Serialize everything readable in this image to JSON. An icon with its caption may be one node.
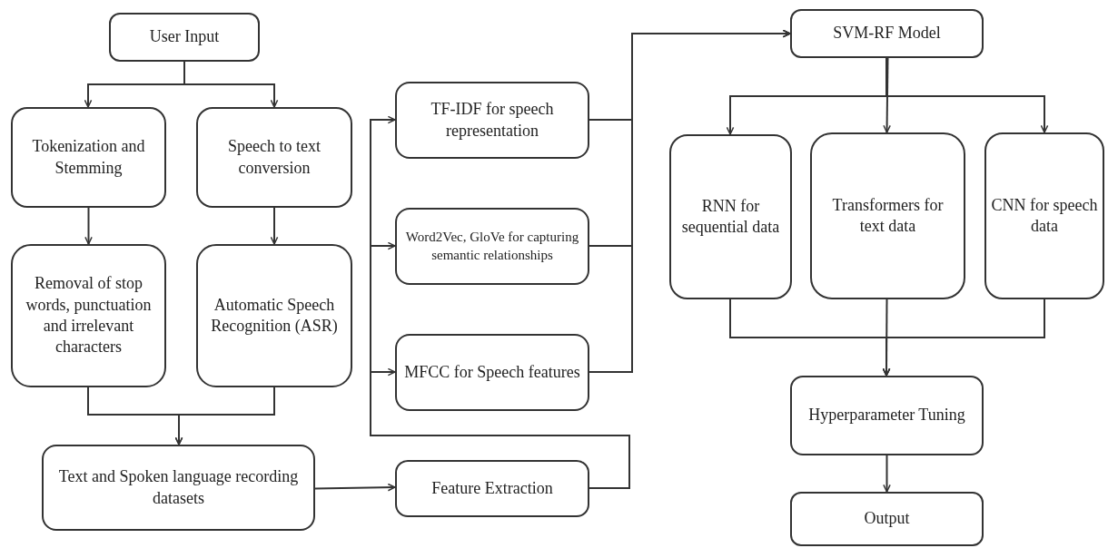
{
  "diagram": {
    "nodes": [
      {
        "text": [
          "User Input"
        ]
      },
      {
        "text": [
          "Tokenization and Stemming"
        ]
      },
      {
        "text": [
          "Speech to text conversion"
        ]
      },
      {
        "text": [
          "Removal of stop words, punctuation and irrelevant characters"
        ]
      },
      {
        "text": [
          "Automatic Speech Recognition (ASR)"
        ]
      },
      {
        "text": [
          "Text and Spoken language recording datasets"
        ]
      },
      {
        "text": [
          "TF-IDF for speech representation"
        ]
      },
      {
        "text": [
          "Word2Vec, GloVe for capturing semantic relationships"
        ]
      },
      {
        "text": [
          "MFCC for Speech features"
        ]
      },
      {
        "text": [
          "Feature Extraction"
        ]
      },
      {
        "text": [
          "SVM-RF Model"
        ]
      },
      {
        "text": [
          "RNN for sequential data"
        ]
      },
      {
        "text": [
          "Transformers for text data"
        ]
      },
      {
        "text": [
          "CNN for speech data"
        ]
      },
      {
        "text": [
          "Hyperparameter Tuning"
        ]
      },
      {
        "text": [
          "Output"
        ]
      }
    ],
    "edges": [
      {
        "from": 0,
        "to": 1,
        "arrow": "to"
      },
      {
        "from": 0,
        "to": 2,
        "arrow": "to"
      },
      {
        "from": 1,
        "to": 3,
        "arrow": "to"
      },
      {
        "from": 2,
        "to": 4,
        "arrow": "to"
      },
      {
        "from": 3,
        "to": 5,
        "arrow": "to"
      },
      {
        "from": 4,
        "to": 5,
        "arrow": "to"
      },
      {
        "from": 5,
        "to": 9,
        "arrow": "to"
      },
      {
        "from": 9,
        "to": 6,
        "arrow": "to"
      },
      {
        "from": 9,
        "to": 7,
        "arrow": "to"
      },
      {
        "from": 9,
        "to": 8,
        "arrow": "to"
      },
      {
        "from": 6,
        "to": 10,
        "arrow": "to"
      },
      {
        "from": 7,
        "to": 10,
        "arrow": "to"
      },
      {
        "from": 8,
        "to": 10,
        "arrow": "to"
      },
      {
        "from": 10,
        "to": 11,
        "arrow": "to"
      },
      {
        "from": 10,
        "to": 12,
        "arrow": "to"
      },
      {
        "from": 10,
        "to": 13,
        "arrow": "to"
      },
      {
        "from": 11,
        "to": 14,
        "arrow": "to"
      },
      {
        "from": 12,
        "to": 14,
        "arrow": "to"
      },
      {
        "from": 13,
        "to": 14,
        "arrow": "to"
      },
      {
        "from": 14,
        "to": 15,
        "arrow": "to"
      }
    ]
  }
}
